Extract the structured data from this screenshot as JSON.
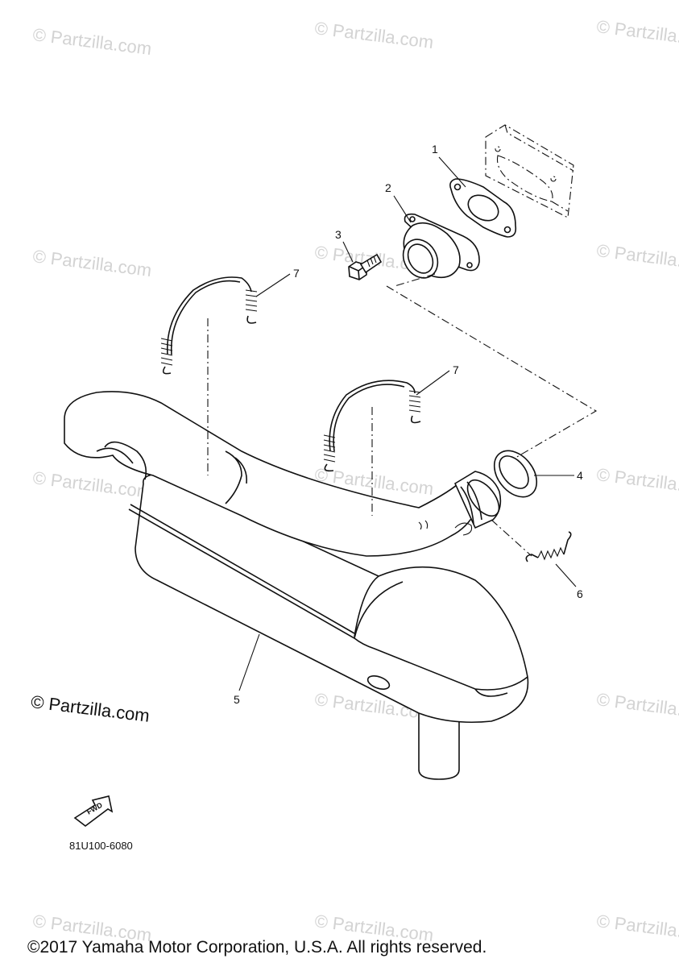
{
  "watermark": "© Partzilla.com",
  "brand_watermark": "© Partzilla.com",
  "fwd_label": "FWD",
  "diagram_ref": "81U100-6080",
  "copyright": "©2017 Yamaha Motor Corporation, U.S.A. All rights reserved.",
  "callouts": {
    "c1": "1",
    "c2": "2",
    "c3": "3",
    "c4": "4",
    "c5": "5",
    "c6": "6",
    "c7a": "7",
    "c7b": "7"
  }
}
